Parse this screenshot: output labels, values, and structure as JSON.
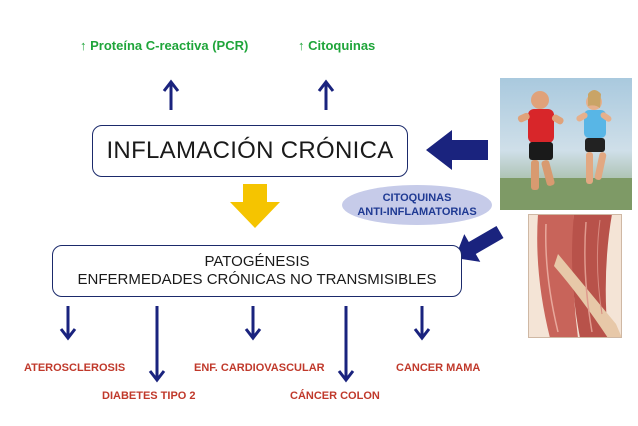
{
  "top_labels": {
    "pcr": "Proteína C-reactiva (PCR)",
    "citoquinas": "Citoquinas",
    "up_arrow_glyph": "↑"
  },
  "main_box": {
    "text": "INFLAMACIÓN CRÓNICA"
  },
  "oval": {
    "line1": "CITOQUINAS",
    "line2": "ANTI-INFLAMATORIAS"
  },
  "pato_box": {
    "line1": "PATOGÉNESIS",
    "line2": "ENFERMEDADES CRÓNICAS NO TRANSMISIBLES"
  },
  "diseases": {
    "aterosclerosis": "ATEROSCLEROSIS",
    "diabetes": "DIABETES TIPO 2",
    "cardiovascular": "ENF. CARDIOVASCULAR",
    "cancer_colon": "CÁNCER COLON",
    "cancer_mama": "CANCER MAMA"
  },
  "colors": {
    "green_text": "#1fa53a",
    "red_text": "#c0392b",
    "navy_arrow": "#1a237e",
    "yellow_arrow": "#f5c400",
    "oval_fill": "#c6cbe9",
    "oval_text": "#1f3a93"
  },
  "icons": {
    "runners_photo": "runners-image",
    "muscle_photo": "thigh-muscle-image"
  }
}
